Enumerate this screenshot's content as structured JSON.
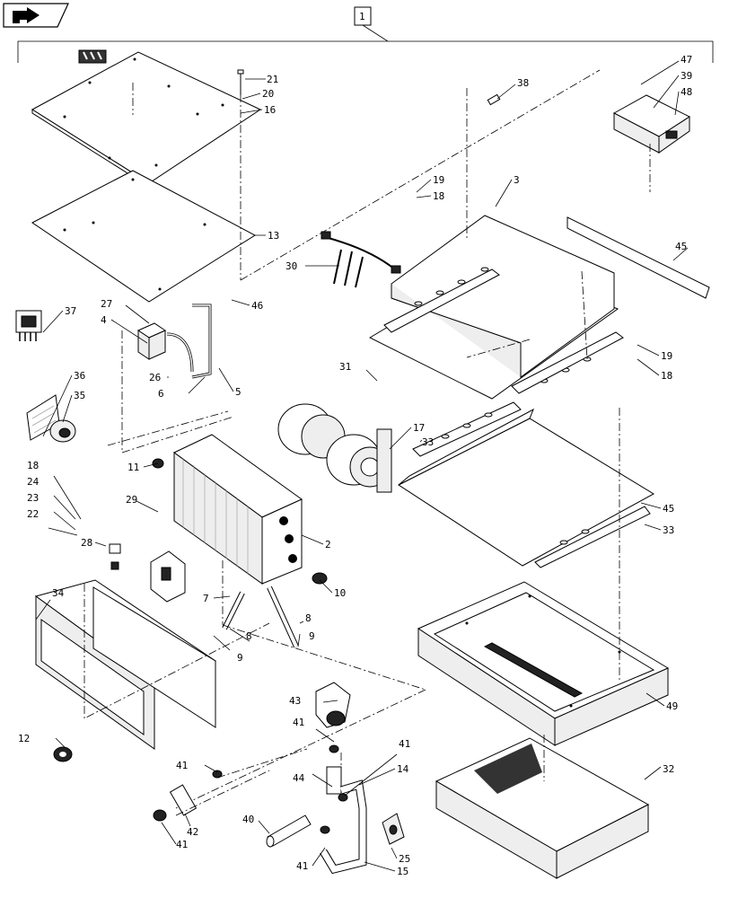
{
  "assembly_ref": "1",
  "callouts": [
    {
      "id": "c47",
      "text": "47"
    },
    {
      "id": "c39",
      "text": "39"
    },
    {
      "id": "c48",
      "text": "48"
    },
    {
      "id": "c21",
      "text": "21"
    },
    {
      "id": "c20",
      "text": "20"
    },
    {
      "id": "c16",
      "text": "16"
    },
    {
      "id": "c38",
      "text": "38"
    },
    {
      "id": "c19a",
      "text": "19"
    },
    {
      "id": "c18a",
      "text": "18"
    },
    {
      "id": "c3",
      "text": "3"
    },
    {
      "id": "c13",
      "text": "13"
    },
    {
      "id": "c45a",
      "text": "45"
    },
    {
      "id": "c30",
      "text": "30"
    },
    {
      "id": "c27",
      "text": "27"
    },
    {
      "id": "c37",
      "text": "37"
    },
    {
      "id": "c4",
      "text": "4"
    },
    {
      "id": "c46",
      "text": "46"
    },
    {
      "id": "c26",
      "text": "26"
    },
    {
      "id": "c6",
      "text": "6"
    },
    {
      "id": "c5",
      "text": "5"
    },
    {
      "id": "c19b",
      "text": "19"
    },
    {
      "id": "c18b",
      "text": "18"
    },
    {
      "id": "c36",
      "text": "36"
    },
    {
      "id": "c35",
      "text": "35"
    },
    {
      "id": "c31",
      "text": "31"
    },
    {
      "id": "c17",
      "text": "17"
    },
    {
      "id": "c11",
      "text": "11"
    },
    {
      "id": "c33a",
      "text": "33"
    },
    {
      "id": "c18c",
      "text": "18"
    },
    {
      "id": "c24",
      "text": "24"
    },
    {
      "id": "c23",
      "text": "23"
    },
    {
      "id": "c22",
      "text": "22"
    },
    {
      "id": "c29",
      "text": "29"
    },
    {
      "id": "c45b",
      "text": "45"
    },
    {
      "id": "c2",
      "text": "2"
    },
    {
      "id": "c33b",
      "text": "33"
    },
    {
      "id": "c28",
      "text": "28"
    },
    {
      "id": "c10",
      "text": "10"
    },
    {
      "id": "c7",
      "text": "7"
    },
    {
      "id": "c34",
      "text": "34"
    },
    {
      "id": "c8a",
      "text": "8"
    },
    {
      "id": "c8b",
      "text": "8"
    },
    {
      "id": "c9a",
      "text": "9"
    },
    {
      "id": "c9b",
      "text": "9"
    },
    {
      "id": "c49",
      "text": "49"
    },
    {
      "id": "c43",
      "text": "43"
    },
    {
      "id": "c41a",
      "text": "41"
    },
    {
      "id": "c12",
      "text": "12"
    },
    {
      "id": "c41b",
      "text": "41"
    },
    {
      "id": "c41c",
      "text": "41"
    },
    {
      "id": "c44",
      "text": "44"
    },
    {
      "id": "c14",
      "text": "14"
    },
    {
      "id": "c32",
      "text": "32"
    },
    {
      "id": "c42",
      "text": "42"
    },
    {
      "id": "c41d",
      "text": "41"
    },
    {
      "id": "c40",
      "text": "40"
    },
    {
      "id": "c25",
      "text": "25"
    },
    {
      "id": "c41e",
      "text": "41"
    },
    {
      "id": "c15",
      "text": "15"
    }
  ]
}
